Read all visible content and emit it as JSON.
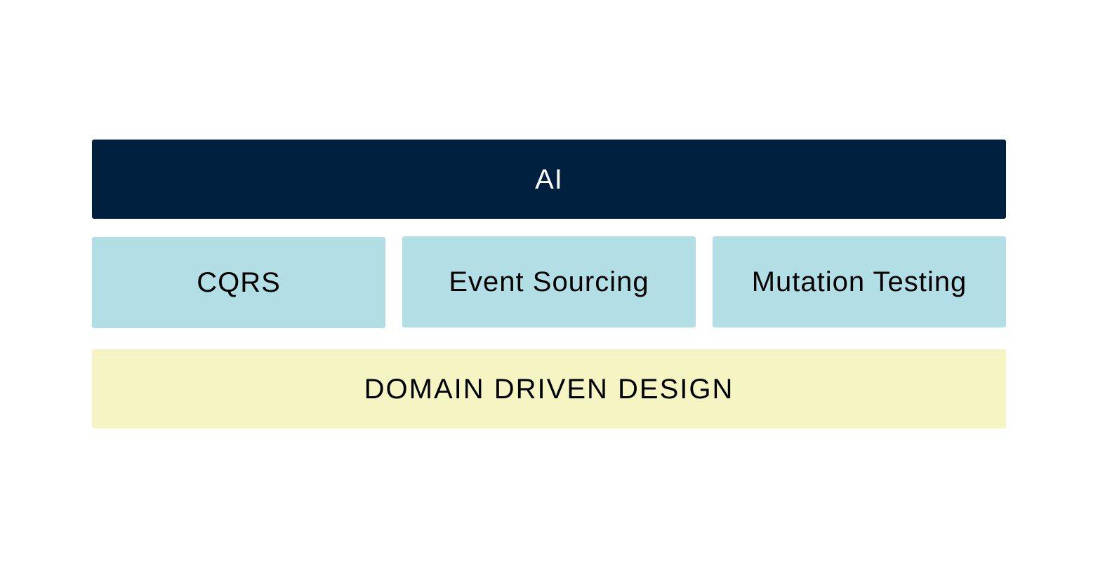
{
  "diagram": {
    "top": {
      "label": "AI",
      "background": "#00203f",
      "text_color": "#ffffff"
    },
    "middle": [
      {
        "label": "CQRS",
        "background": "#b1dfe5",
        "text_color": "#000000"
      },
      {
        "label": "Event Sourcing",
        "background": "#b1dfe5",
        "text_color": "#000000"
      },
      {
        "label": "Mutation Testing",
        "background": "#b1dfe5",
        "text_color": "#000000"
      }
    ],
    "bottom": {
      "label": "DOMAIN DRIVEN DESIGN",
      "background": "#f5f5c4",
      "text_color": "#000000"
    }
  }
}
